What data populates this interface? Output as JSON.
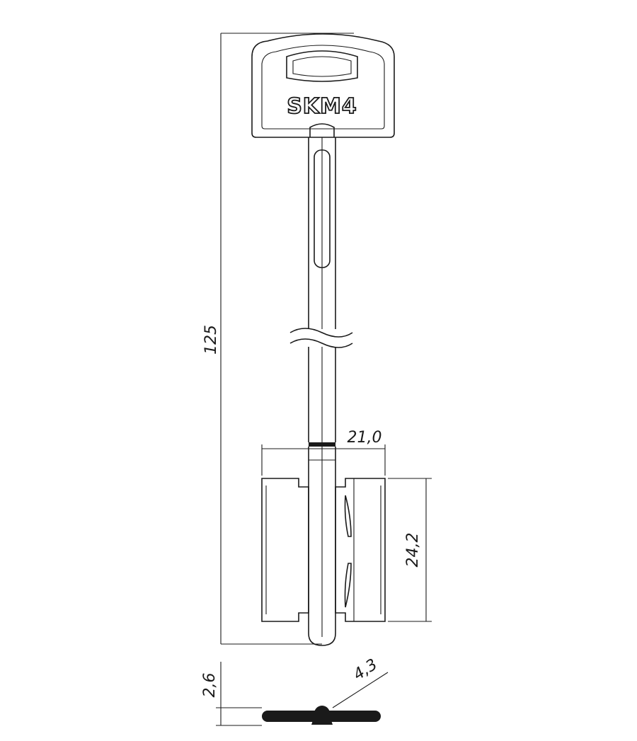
{
  "key_model": "SKM4",
  "dimensions": {
    "overall_length": "125",
    "bit_width": "21,0",
    "bit_height": "24,2",
    "profile_thickness": "2,6",
    "profile_width": "4,3"
  }
}
